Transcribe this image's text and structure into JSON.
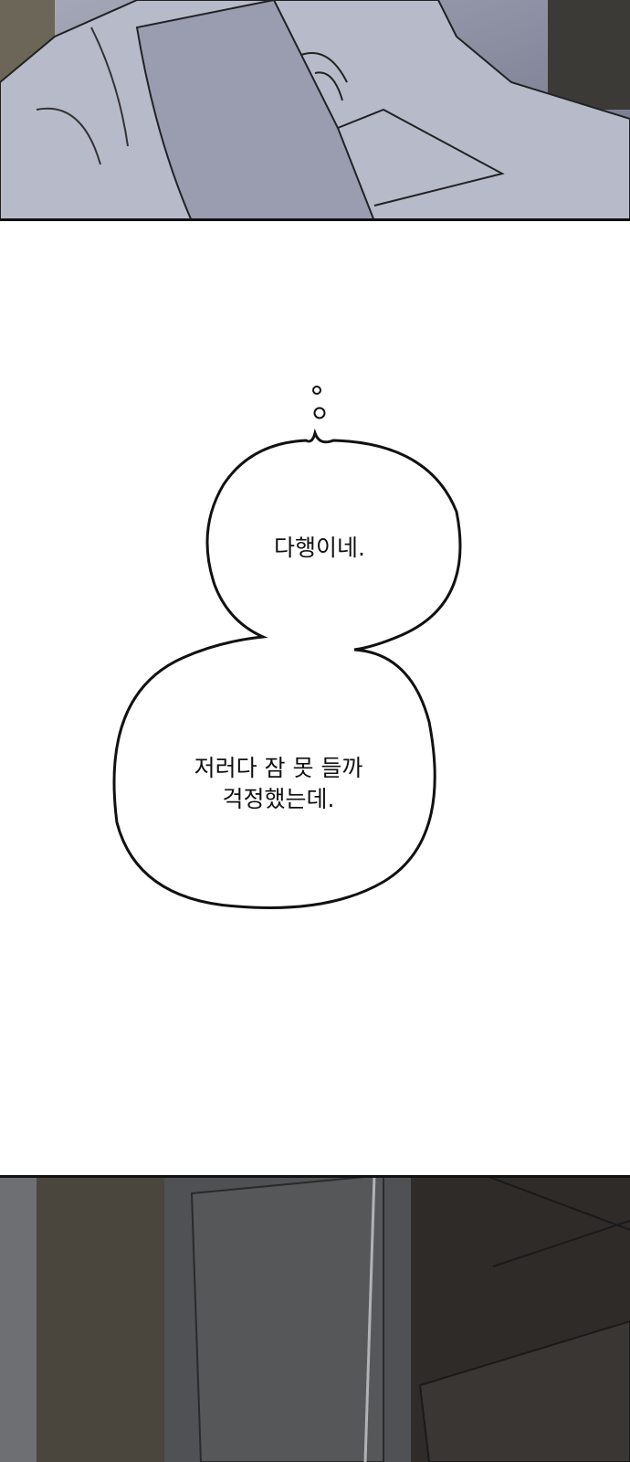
{
  "bubbles": [
    {
      "lines": [
        "다행이네."
      ]
    },
    {
      "lines": [
        "저러다 잠 못 들까",
        "걱정했는데."
      ]
    }
  ],
  "colors": {
    "top_panel_bg": "#7d8193",
    "top_panel_light": "#b9bccb",
    "bottom_panel_bg": "#3a3a3c",
    "border": "#111111"
  }
}
